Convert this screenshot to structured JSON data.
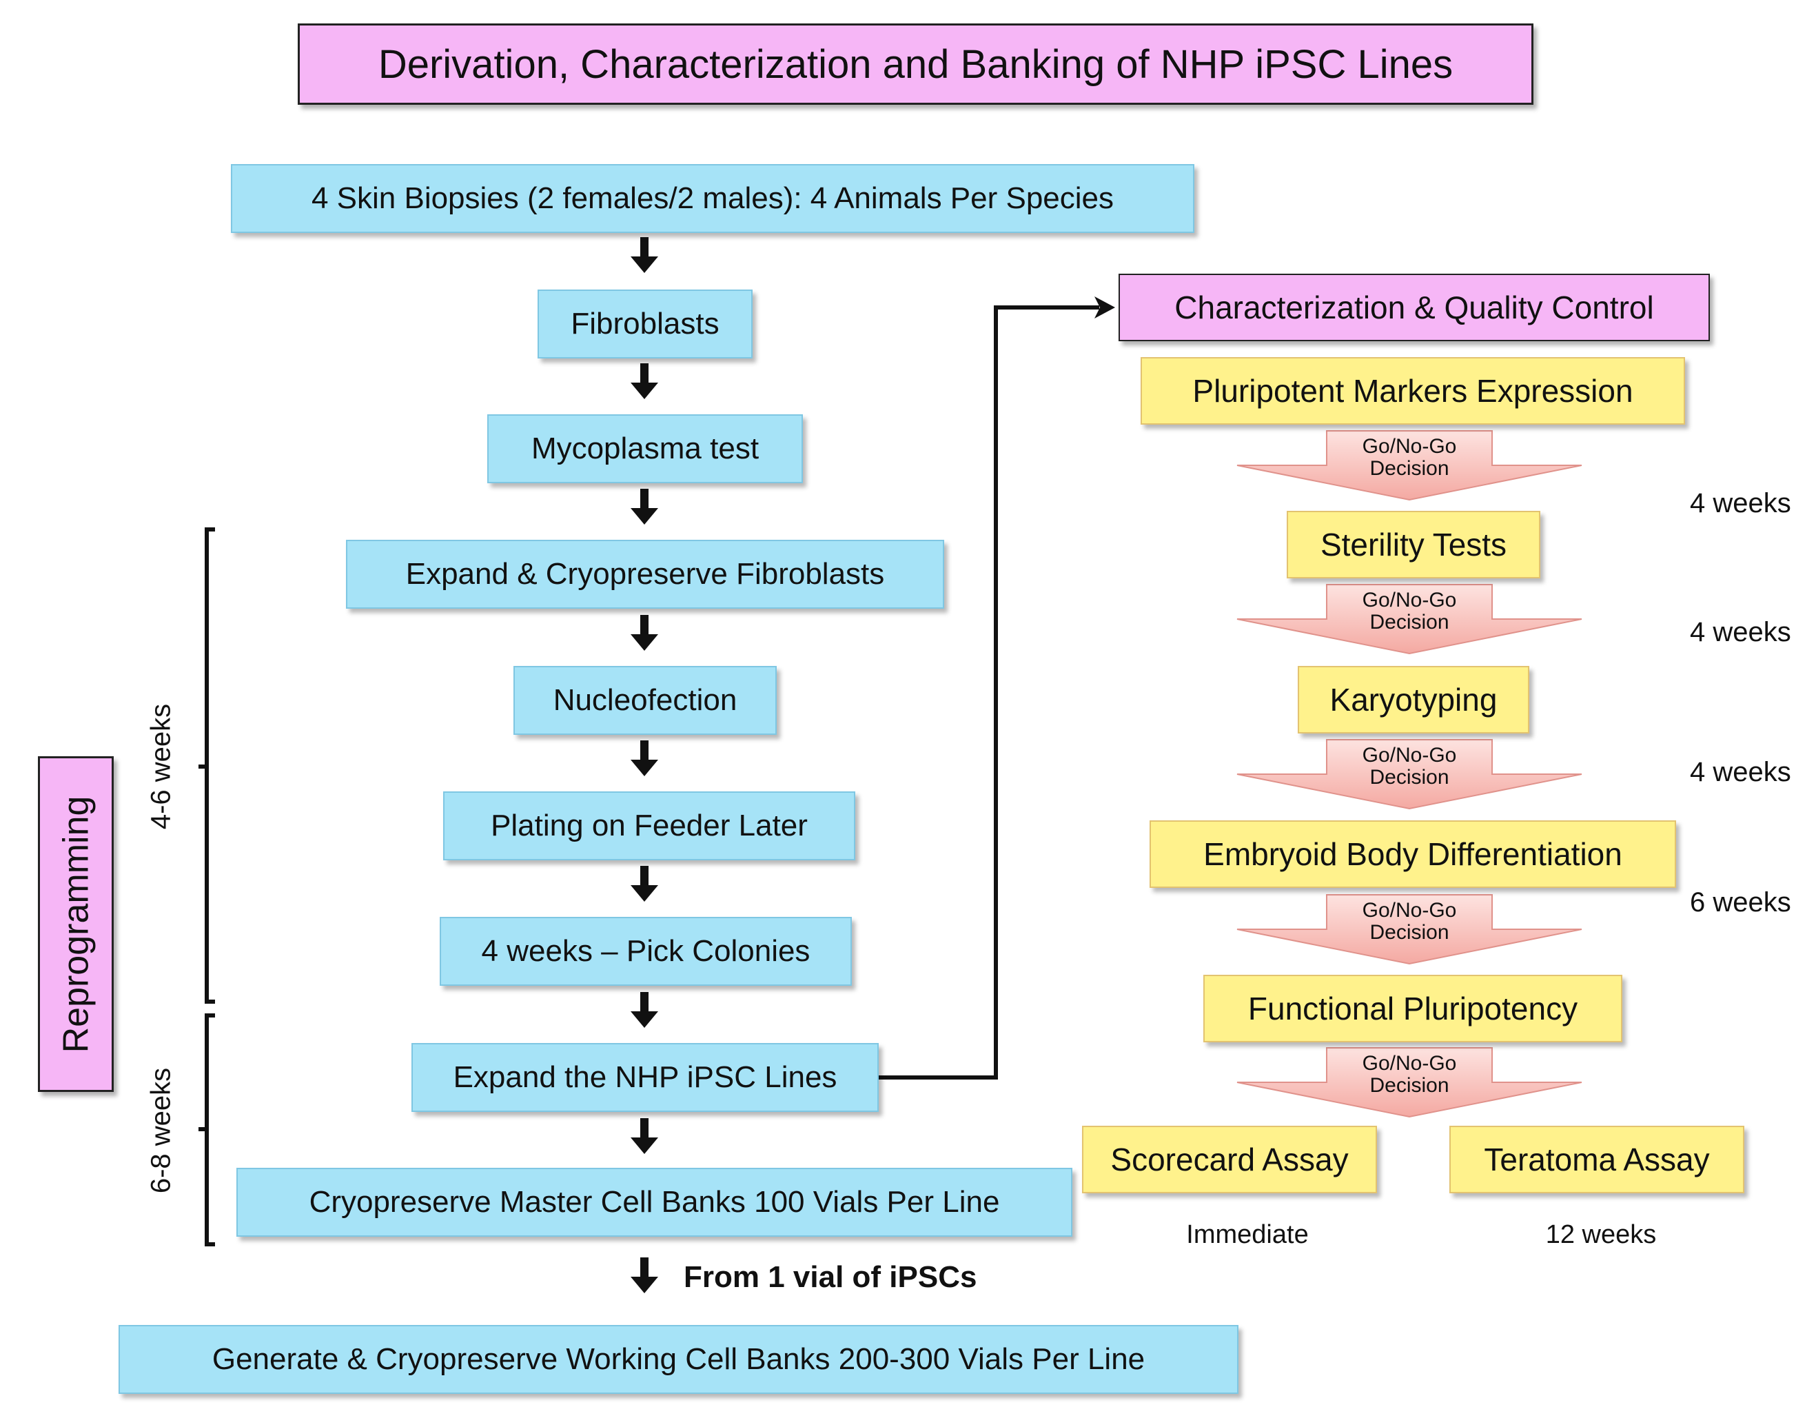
{
  "title": "Derivation, Characterization and Banking of NHP iPSC Lines",
  "left_flow": {
    "biopsies": "4 Skin Biopsies (2 females/2 males): 4 Animals Per Species",
    "fibroblasts": "Fibroblasts",
    "mycoplasma": "Mycoplasma test",
    "expand_fibro": "Expand & Cryopreserve Fibroblasts",
    "nucleofection": "Nucleofection",
    "plating": "Plating on Feeder Later",
    "pick_colonies": "4 weeks – Pick Colonies",
    "expand_ipsc": "Expand the NHP iPSC Lines",
    "master_bank": "Cryopreserve Master Cell Banks 100 Vials Per Line",
    "from_vial": "From 1 vial of iPSCs",
    "working_bank": "Generate & Cryopreserve Working Cell Banks 200-300 Vials Per Line"
  },
  "side": {
    "reprogramming": "Reprogramming",
    "weeks_4_6": "4-6 weeks",
    "weeks_6_8": "6-8 weeks"
  },
  "right_flow": {
    "header": "Characterization & Quality Control",
    "markers": "Pluripotent Markers Expression",
    "sterility": "Sterility Tests",
    "karyotyping": "Karyotyping",
    "embryoid": "Embryoid Body Differentiation",
    "functional": "Functional Pluripotency",
    "scorecard": "Scorecard Assay",
    "teratoma": "Teratoma Assay",
    "scorecard_time": "Immediate",
    "teratoma_time": "12 weeks",
    "decision_line1": "Go/No-Go",
    "decision_line2": "Decision",
    "durations": [
      "4 weeks",
      "4 weeks",
      "4 weeks",
      "6 weeks"
    ]
  },
  "colors": {
    "step_fill": "#a6e3f7",
    "qc_fill": "#fff28c",
    "header_fill": "#f6b6f6",
    "decision_fill": "#f9b9b3"
  }
}
